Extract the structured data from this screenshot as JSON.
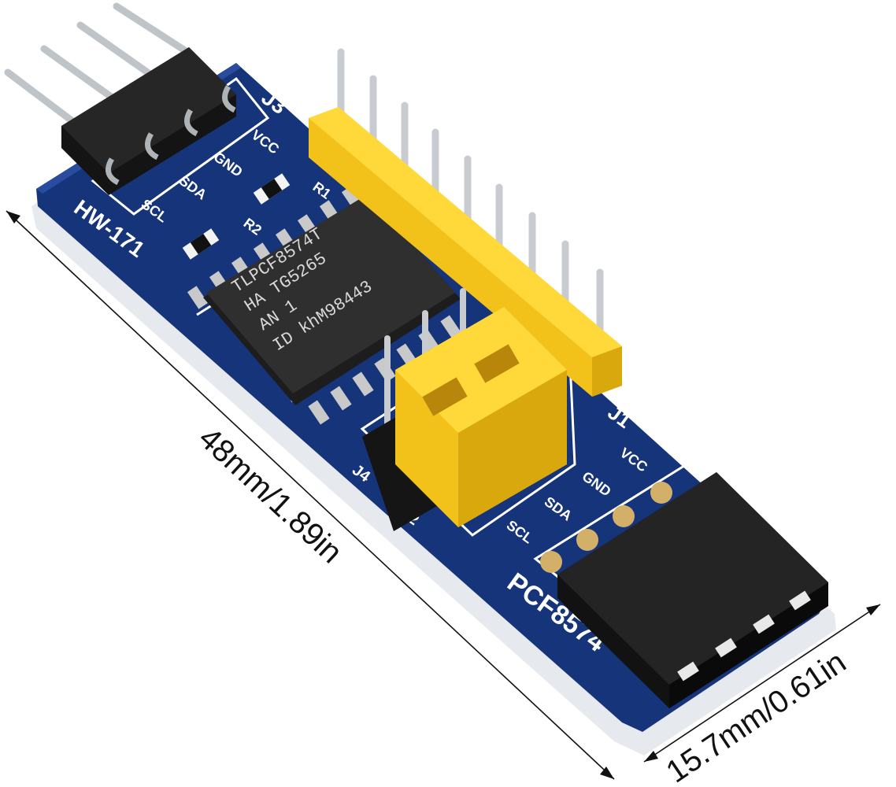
{
  "dimensions": {
    "length": "48mm/1.89in",
    "width": "15.7mm/0.61in"
  },
  "board": {
    "model": "HW-171",
    "part": "PCF8574",
    "connectors": {
      "top": "J3",
      "side": "J1",
      "jumper_a": "J4",
      "jumper_b": "J2"
    },
    "top_pins": [
      "SCL",
      "SDA",
      "GND",
      "VCC"
    ],
    "bottom_pins": [
      "VCC",
      "GND",
      "SDA",
      "SCL"
    ],
    "resistors": [
      "R1",
      "R2"
    ],
    "chip_lines": [
      "TLPCF8574T",
      "HA  TG5265",
      "AN    1",
      "ID khM98443"
    ],
    "colors": {
      "pcb": "#16347a",
      "header_yellow": "#f2c21a",
      "header_black": "#141414",
      "chip": "#2a2a2a"
    }
  }
}
